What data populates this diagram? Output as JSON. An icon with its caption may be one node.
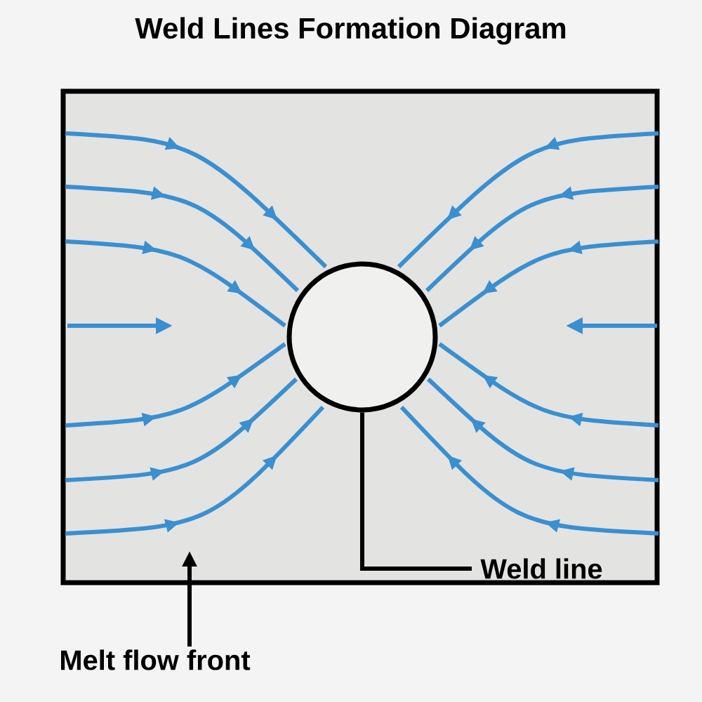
{
  "diagram": {
    "title": "Weld Lines Formation Diagram",
    "nodes": [
      {
        "text": [],
        "shape": "box"
      },
      {
        "text": [],
        "shape": "circle",
        "in": 0
      },
      {
        "text": [
          "Weld line"
        ],
        "in": 0
      },
      {
        "text": [
          "Melt flow front"
        ]
      }
    ],
    "edges": [
      {
        "from": 2,
        "to": 1,
        "arrow": "none"
      },
      {
        "from": 3,
        "to": null,
        "arrow": "to"
      }
    ]
  }
}
